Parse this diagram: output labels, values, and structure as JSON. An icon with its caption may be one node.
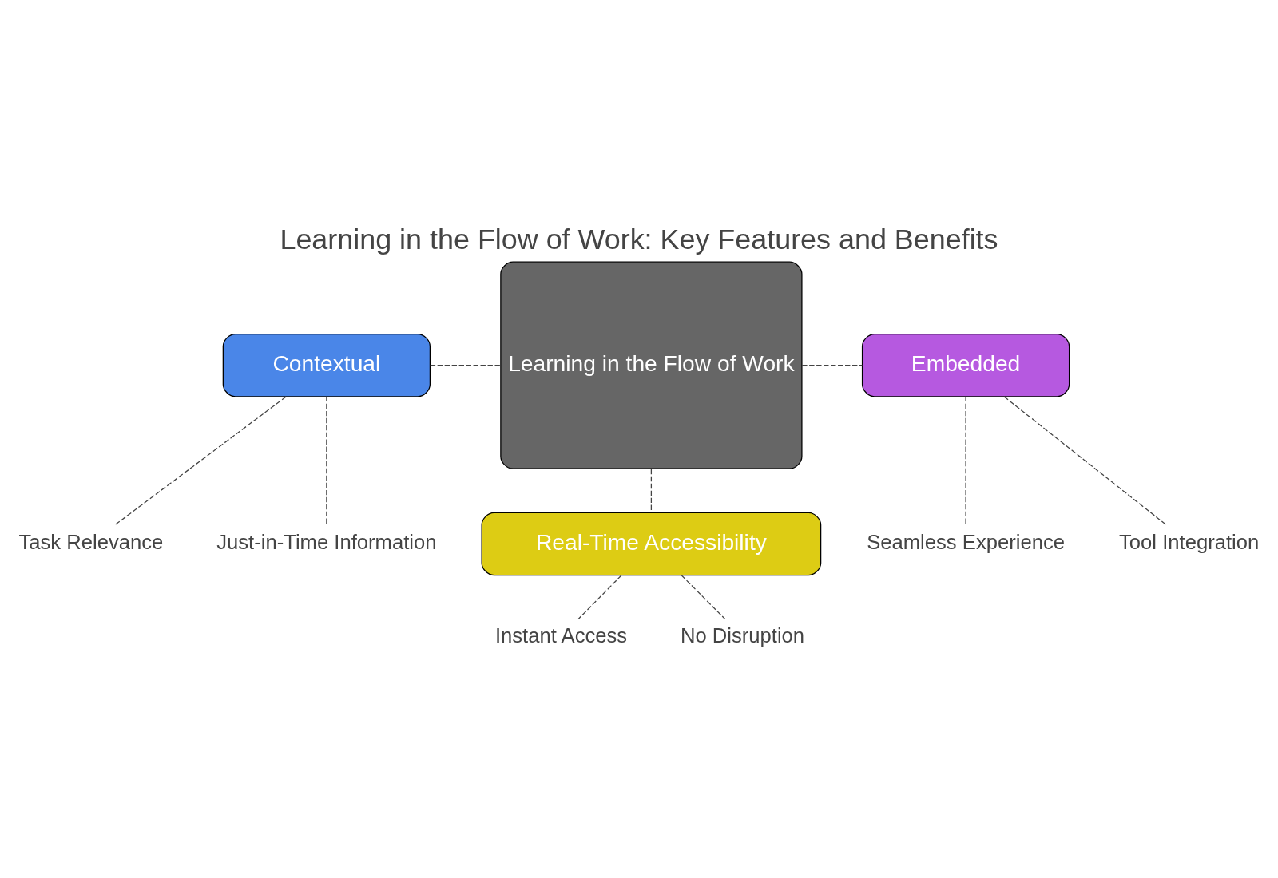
{
  "diagram": {
    "title": "Learning in the Flow of Work: Key Features and Benefits",
    "nodes": [
      {
        "text": [
          "Learning in the Flow of Work"
        ]
      },
      {
        "text": [
          "Contextual"
        ]
      },
      {
        "text": [
          "Task Relevance"
        ]
      },
      {
        "text": [
          "Just-in-Time Information"
        ]
      },
      {
        "text": [
          "Embedded"
        ]
      },
      {
        "text": [
          "Tool Integration"
        ]
      },
      {
        "text": [
          "Seamless Experience"
        ]
      },
      {
        "text": [
          "Real-Time Accessibility"
        ]
      },
      {
        "text": [
          "Instant Access"
        ]
      },
      {
        "text": [
          "No Disruption"
        ]
      }
    ],
    "edges": [
      {
        "from": 1,
        "to": 0,
        "arrow": "none",
        "style": "dashed"
      },
      {
        "from": 1,
        "to": 2,
        "arrow": "none",
        "style": "dashed"
      },
      {
        "from": 1,
        "to": 3,
        "arrow": "none",
        "style": "dashed"
      },
      {
        "from": 0,
        "to": 4,
        "arrow": "none",
        "style": "dashed"
      },
      {
        "from": 4,
        "to": 5,
        "arrow": "none",
        "style": "dashed"
      },
      {
        "from": 4,
        "to": 6,
        "arrow": "none",
        "style": "dashed"
      },
      {
        "from": 0,
        "to": 7,
        "arrow": "none",
        "style": "dashed"
      },
      {
        "from": 7,
        "to": 8,
        "arrow": "none",
        "style": "dashed"
      },
      {
        "from": 7,
        "to": 9,
        "arrow": "none",
        "style": "dashed"
      }
    ]
  }
}
